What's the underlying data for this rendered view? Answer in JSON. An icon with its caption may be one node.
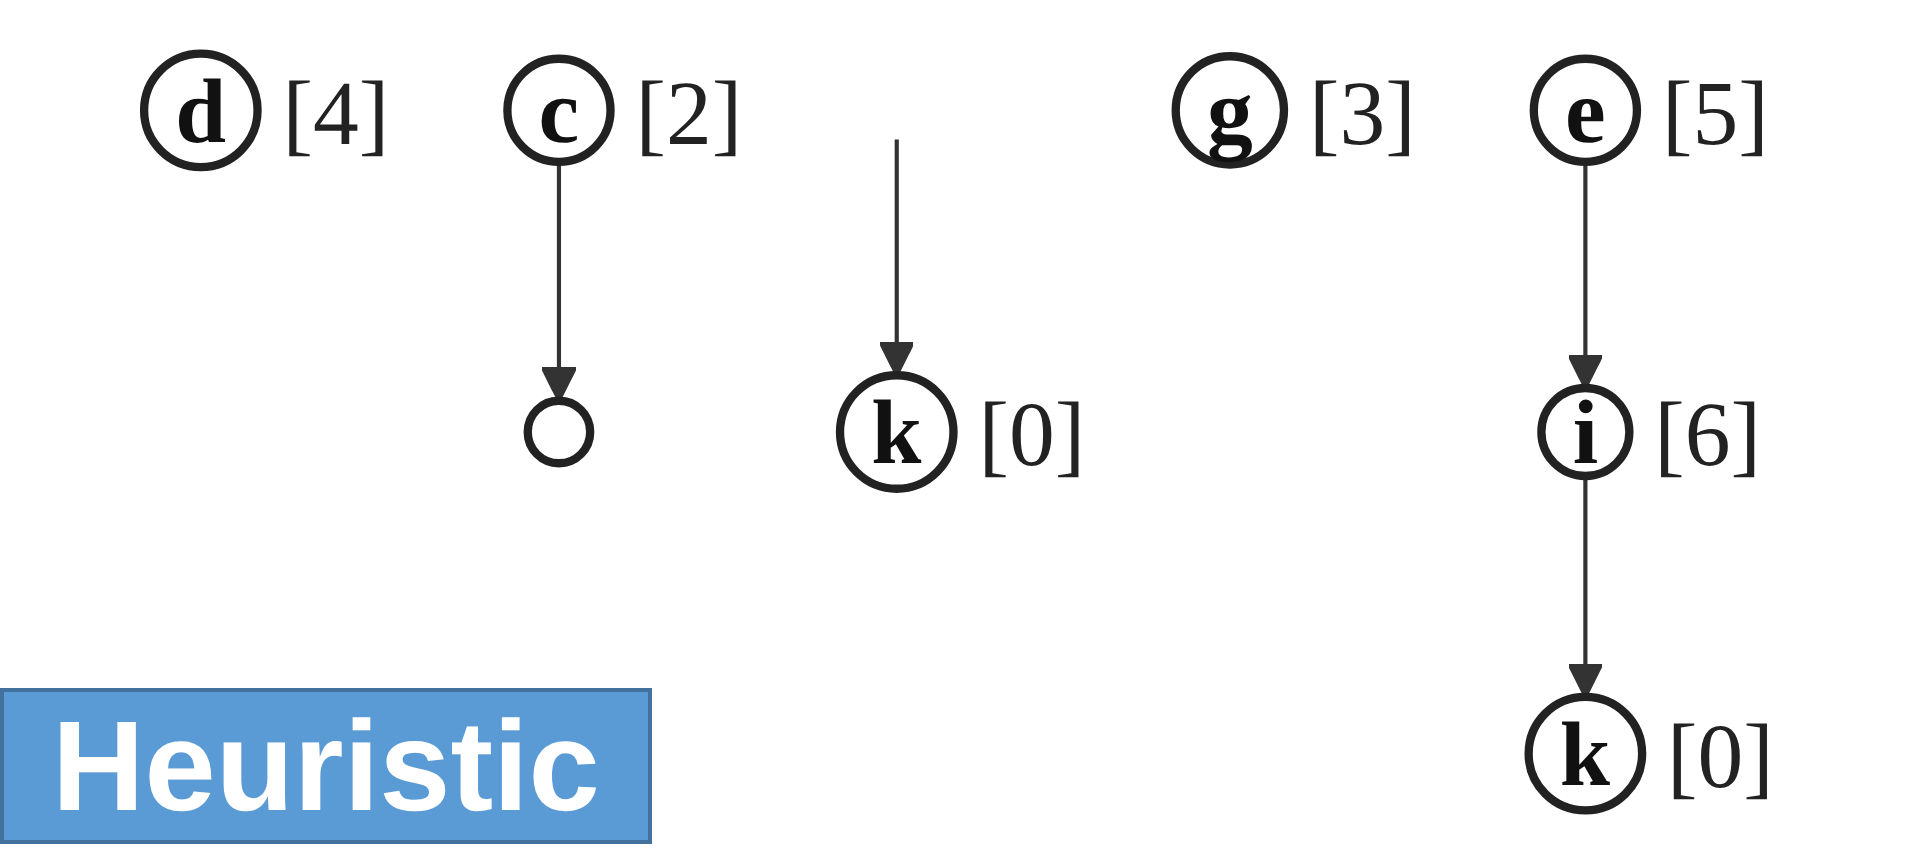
{
  "diagram": {
    "nodes": [
      {
        "text": [
          "d"
        ],
        "beside": [
          "[4]"
        ]
      },
      {
        "text": [
          "c"
        ],
        "beside": [
          "[2]"
        ]
      },
      {
        "text": [
          "e"
        ],
        "beside": [
          "[5]"
        ]
      },
      {
        "text": [
          "g"
        ],
        "beside": [
          "[3]"
        ]
      },
      {
        "text": [],
        "shape": "circle"
      },
      {
        "text": [
          "k"
        ],
        "beside": [
          "[0]"
        ]
      },
      {
        "text": [
          "i"
        ],
        "beside": [
          "[6]"
        ]
      },
      {
        "text": [
          "k"
        ],
        "beside": [
          "[0]"
        ]
      }
    ],
    "edges": [
      {
        "from": 1,
        "to": 4,
        "arrow": "to"
      },
      {
        "from": null,
        "to": 5,
        "arrow": "to"
      },
      {
        "from": 2,
        "to": 6,
        "arrow": "to"
      },
      {
        "from": 6,
        "to": 7,
        "arrow": "to"
      }
    ],
    "labels": [
      "Heuristic"
    ]
  }
}
